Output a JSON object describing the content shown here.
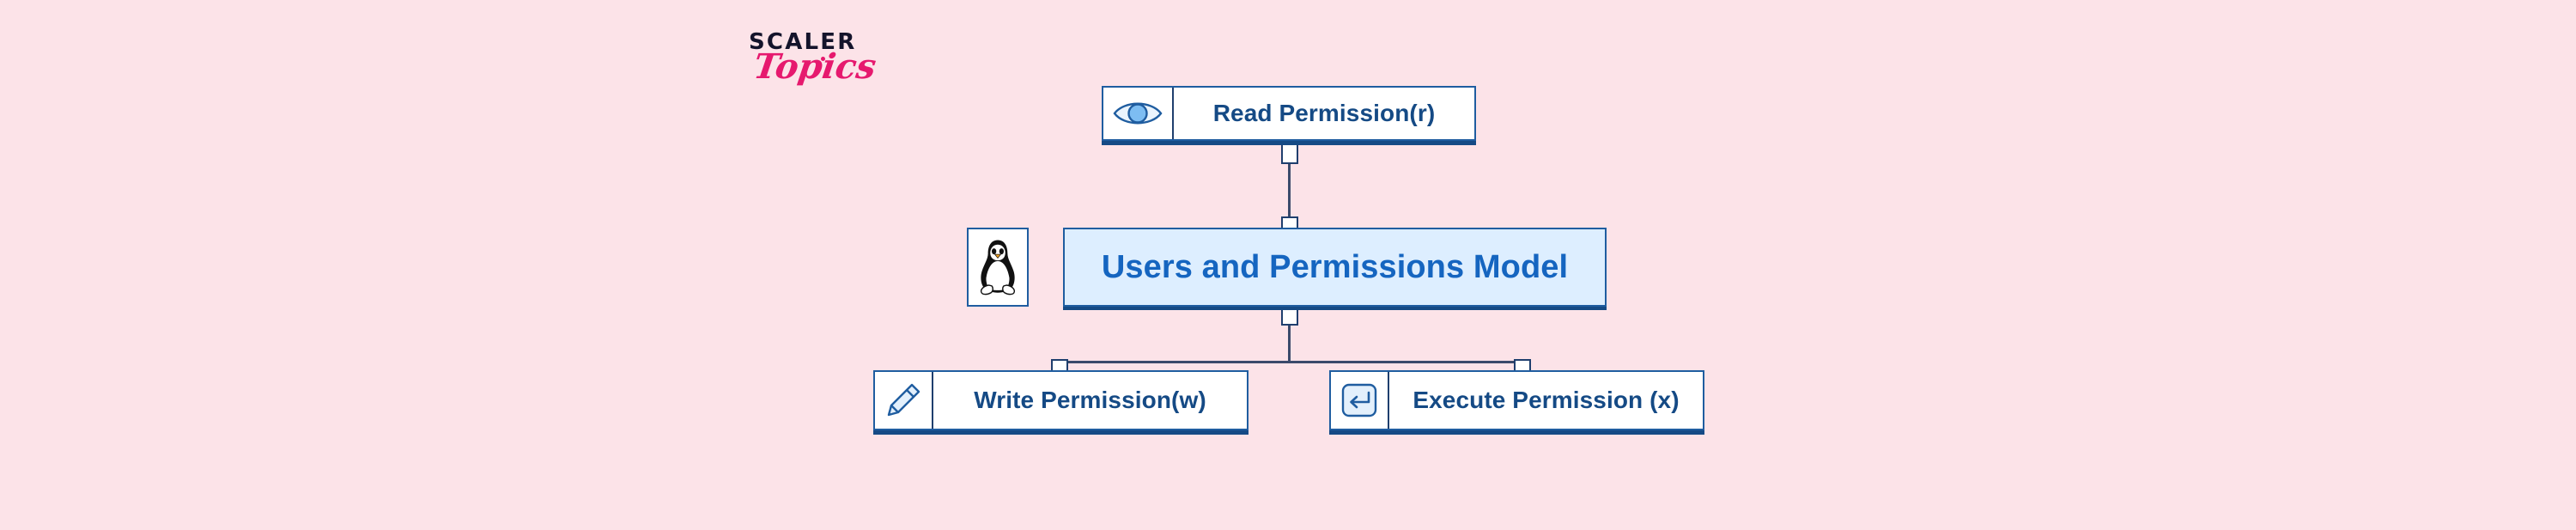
{
  "background_color": "#fce3e8",
  "logo": {
    "word_top": "SCALER",
    "word_bottom": "Topics",
    "top_color": "#14142b",
    "bottom_color": "#e6196e"
  },
  "diagram": {
    "title": "Users and Permissions Model",
    "root": {
      "id": "users-and-permissions-model",
      "label": "Users and Permissions Model",
      "icon": "linux-tux-penguin-icon",
      "fill_color": "#ddeeff",
      "border_color": "#1f5da0",
      "text_color": "#1565c0"
    },
    "nodes": [
      {
        "id": "read-permission",
        "label": "Read Permission(r)",
        "icon": "eye-icon",
        "fill_color": "#ffffff",
        "border_color": "#1f5da0",
        "text_color": "#154a85"
      },
      {
        "id": "write-permission",
        "label": "Write Permission(w)",
        "icon": "pencil-icon",
        "fill_color": "#ffffff",
        "border_color": "#1f5da0",
        "text_color": "#154a85"
      },
      {
        "id": "execute-permission",
        "label": "Execute Permission (x)",
        "icon": "enter-key-arrow-icon",
        "fill_color": "#ffffff",
        "border_color": "#1f5da0",
        "text_color": "#154a85"
      }
    ],
    "connectors": [
      {
        "from": "users-and-permissions-model",
        "to": "read-permission"
      },
      {
        "from": "users-and-permissions-model",
        "to": "write-permission"
      },
      {
        "from": "users-and-permissions-model",
        "to": "execute-permission"
      }
    ]
  }
}
